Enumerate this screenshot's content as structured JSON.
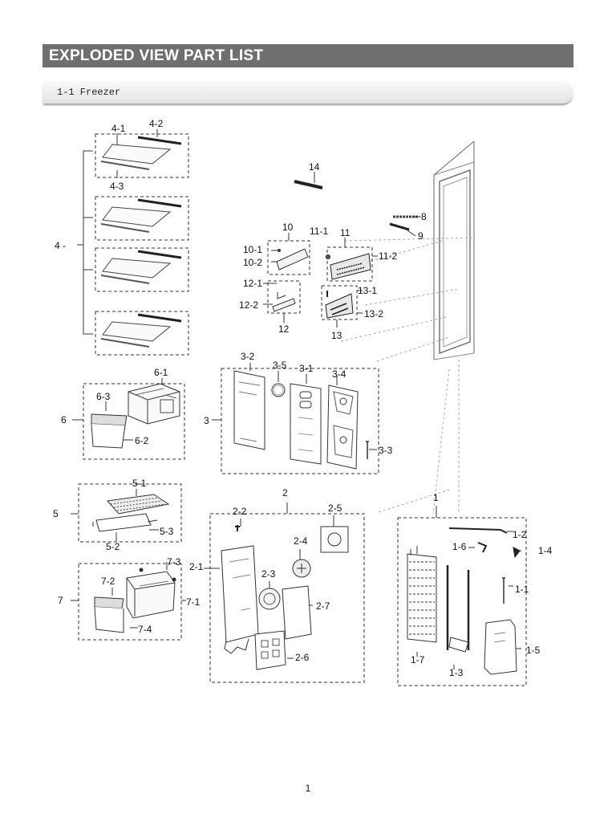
{
  "header": {
    "title": "EXPLODED VIEW PART LIST"
  },
  "section": {
    "label": "1-1 Freezer"
  },
  "callouts": [
    {
      "id": "4",
      "text": "4 -"
    },
    {
      "id": "4-1",
      "text": "4-1"
    },
    {
      "id": "4-2",
      "text": "4-2"
    },
    {
      "id": "4-3",
      "text": "4-3"
    },
    {
      "id": "14",
      "text": "14"
    },
    {
      "id": "8",
      "text": "8"
    },
    {
      "id": "9",
      "text": "9"
    },
    {
      "id": "10",
      "text": "10"
    },
    {
      "id": "10-1",
      "text": "10-1"
    },
    {
      "id": "10-2",
      "text": "10-2"
    },
    {
      "id": "11",
      "text": "11"
    },
    {
      "id": "11-1",
      "text": "11-1"
    },
    {
      "id": "11-2",
      "text": "11-2"
    },
    {
      "id": "12",
      "text": "12"
    },
    {
      "id": "12-1",
      "text": "12-1"
    },
    {
      "id": "12-2",
      "text": "12-2"
    },
    {
      "id": "13",
      "text": "13"
    },
    {
      "id": "13-1",
      "text": "13-1"
    },
    {
      "id": "13-2",
      "text": "13-2"
    },
    {
      "id": "6",
      "text": "6"
    },
    {
      "id": "6-1",
      "text": "6-1"
    },
    {
      "id": "6-2",
      "text": "6-2"
    },
    {
      "id": "6-3",
      "text": "6-3"
    },
    {
      "id": "3",
      "text": "3"
    },
    {
      "id": "3-1",
      "text": "3-1"
    },
    {
      "id": "3-2",
      "text": "3-2"
    },
    {
      "id": "3-3",
      "text": "3-3"
    },
    {
      "id": "3-4",
      "text": "3-4"
    },
    {
      "id": "3-5",
      "text": "3-5"
    },
    {
      "id": "5",
      "text": "5"
    },
    {
      "id": "5-1",
      "text": "5-1"
    },
    {
      "id": "5-2",
      "text": "5-2"
    },
    {
      "id": "5-3",
      "text": "5-3"
    },
    {
      "id": "2",
      "text": "2"
    },
    {
      "id": "2-1",
      "text": "2-1"
    },
    {
      "id": "2-2",
      "text": "2-2"
    },
    {
      "id": "2-3",
      "text": "2-3"
    },
    {
      "id": "2-4",
      "text": "2-4"
    },
    {
      "id": "2-5",
      "text": "2-5"
    },
    {
      "id": "2-6",
      "text": "2-6"
    },
    {
      "id": "2-7",
      "text": "2-7"
    },
    {
      "id": "1",
      "text": "1"
    },
    {
      "id": "1-1",
      "text": "1-1"
    },
    {
      "id": "1-2",
      "text": "1-2"
    },
    {
      "id": "1-3",
      "text": "1-3"
    },
    {
      "id": "1-4",
      "text": "1-4"
    },
    {
      "id": "1-5",
      "text": "1-5"
    },
    {
      "id": "1-6",
      "text": "1-6"
    },
    {
      "id": "1-7",
      "text": "1-7"
    },
    {
      "id": "7",
      "text": "7"
    },
    {
      "id": "7-1",
      "text": "7-1"
    },
    {
      "id": "7-2",
      "text": "7-2"
    },
    {
      "id": "7-3",
      "text": "7-3"
    },
    {
      "id": "7-4",
      "text": "7-4"
    }
  ],
  "footer": {
    "page_number": "1"
  }
}
